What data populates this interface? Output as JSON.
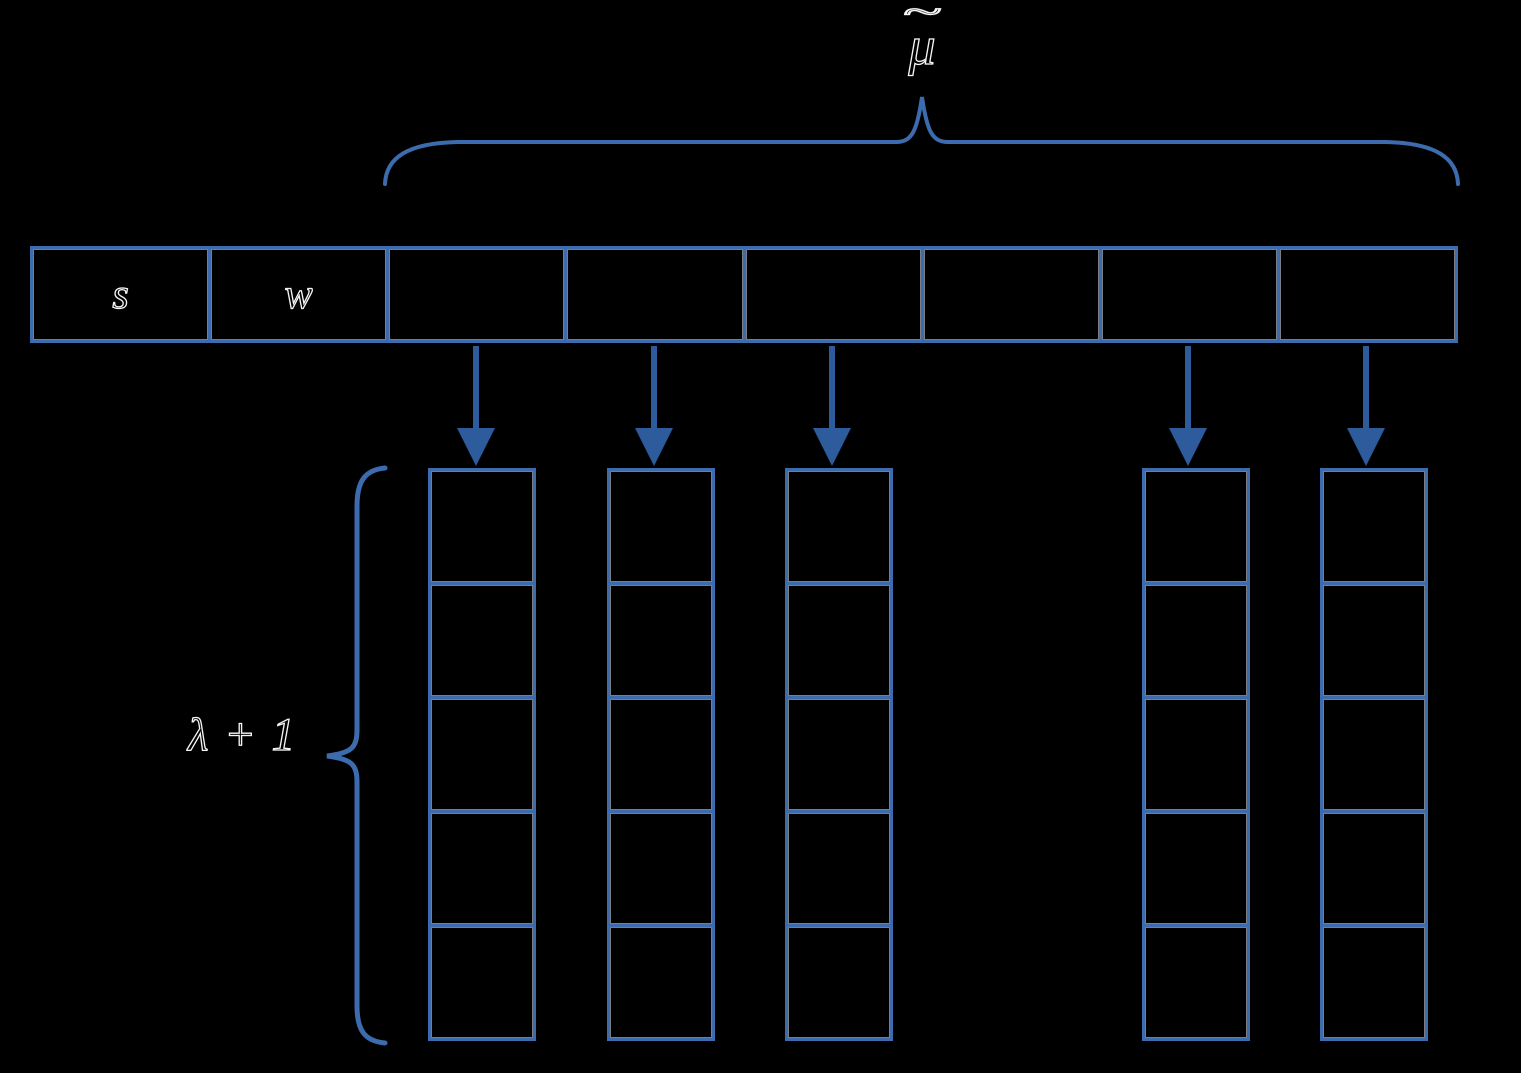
{
  "diagram": {
    "type": "array-to-buckets diagram",
    "top_label": {
      "base": "μ",
      "accent": "~",
      "meaning": "mu-tilde over braced span"
    },
    "left_label": {
      "text": "λ + 1"
    },
    "top_row": {
      "cells": [
        {
          "label": "s"
        },
        {
          "label": "w"
        },
        {
          "label": ""
        },
        {
          "label": ""
        },
        {
          "label": ""
        },
        {
          "label": ""
        },
        {
          "label": ""
        },
        {
          "label": ""
        }
      ]
    },
    "columns": {
      "count": 5,
      "cells_per_column": 5
    },
    "arrows": {
      "count": 5
    }
  },
  "colors": {
    "background": "#000000",
    "line": "#3d6cae",
    "arrow_fill": "#2d5b9b",
    "highlight": "#dbe5f1",
    "text_outline": "#f5f5f5"
  }
}
